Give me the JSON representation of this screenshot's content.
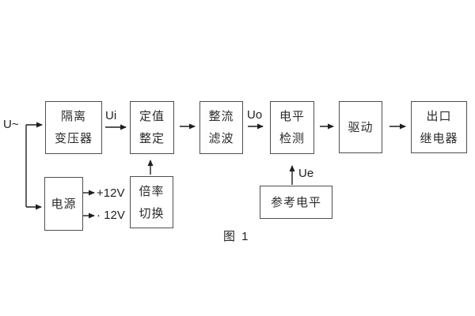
{
  "figure": {
    "caption": "图 1"
  },
  "signals": {
    "input": "U~",
    "ui": "Ui",
    "uo": "Uo",
    "ue": "Ue",
    "plus12": "+12V",
    "minus12": "· 12V"
  },
  "blocks": {
    "transformer": {
      "line1": "隔离",
      "line2": "变压器"
    },
    "setting": {
      "line1": "定值",
      "line2": "整定"
    },
    "rectifier": {
      "line1": "整流",
      "line2": "滤波"
    },
    "level_detect": {
      "line1": "电平",
      "line2": "检测"
    },
    "drive": {
      "label": "驱动"
    },
    "output_relay": {
      "line1": "出口",
      "line2": "继电器"
    },
    "power": {
      "label": "电源"
    },
    "ratio_switch": {
      "line1": "倍率",
      "line2": "切换"
    },
    "reference": {
      "label": "参考电平"
    }
  },
  "colors": {
    "background": "#ffffff",
    "box_border": "#4f4f4f",
    "text": "#2b2b2b",
    "line": "#1f1f1f"
  }
}
